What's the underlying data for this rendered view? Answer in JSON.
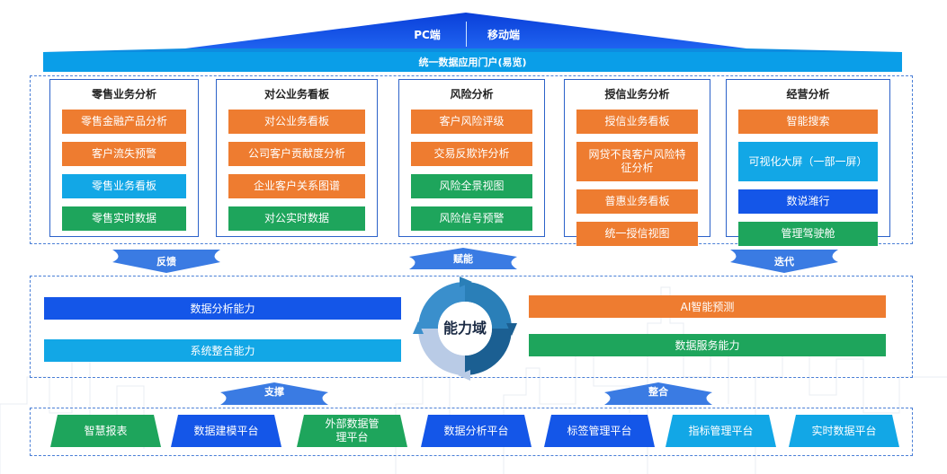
{
  "channels": {
    "pc": "PC端",
    "mobile": "移动端"
  },
  "portal": "统一数据应用门户(易览)",
  "app_cards": [
    {
      "title": "零售业务分析",
      "items": [
        {
          "label": "零售金融产品分析",
          "color": "#ee7c30"
        },
        {
          "label": "客户流失预警",
          "color": "#ee7c30"
        },
        {
          "label": "零售业务看板",
          "color": "#12a7e6"
        },
        {
          "label": "零售实时数据",
          "color": "#1ea55c"
        }
      ]
    },
    {
      "title": "对公业务看板",
      "items": [
        {
          "label": "对公业务看板",
          "color": "#ee7c30"
        },
        {
          "label": "公司客户贡献度分析",
          "color": "#ee7c30"
        },
        {
          "label": "企业客户关系图谱",
          "color": "#ee7c30"
        },
        {
          "label": "对公实时数据",
          "color": "#1ea55c"
        }
      ]
    },
    {
      "title": "风险分析",
      "items": [
        {
          "label": "客户风险评级",
          "color": "#ee7c30"
        },
        {
          "label": "交易反欺诈分析",
          "color": "#ee7c30"
        },
        {
          "label": "风险全景视图",
          "color": "#1ea55c"
        },
        {
          "label": "风险信号预警",
          "color": "#1ea55c"
        }
      ]
    },
    {
      "title": "授信业务分析",
      "items": [
        {
          "label": "授信业务看板",
          "color": "#ee7c30"
        },
        {
          "label": "网贷不良客户风险特征分析",
          "color": "#ee7c30"
        },
        {
          "label": "普惠业务看板",
          "color": "#ee7c30"
        },
        {
          "label": "统一授信视图",
          "color": "#ee7c30"
        }
      ]
    },
    {
      "title": "经营分析",
      "items": [
        {
          "label": "智能搜索",
          "color": "#ee7c30"
        },
        {
          "label": "可视化大屏（一部一屏）",
          "color": "#12a7e6"
        },
        {
          "label": "数说潍行",
          "color": "#1456e8"
        },
        {
          "label": "管理驾驶舱",
          "color": "#1ea55c"
        }
      ]
    }
  ],
  "flows_top": {
    "feedback": "反馈",
    "empower": "赋能",
    "iterate": "迭代"
  },
  "capability": {
    "center": "能力域",
    "left": [
      "数据分析能力",
      "系统整合能力"
    ],
    "right": [
      "AI智能预测",
      "数据服务能力"
    ]
  },
  "flows_bottom": {
    "support": "支撑",
    "integrate": "整合"
  },
  "platforms": [
    {
      "label": "智慧报表",
      "color": "#1ea55c"
    },
    {
      "label": "数据建模平台",
      "color": "#1456e8"
    },
    {
      "label": "外部数据管理平台",
      "color": "#1ea55c"
    },
    {
      "label": "数据分析平台",
      "color": "#1456e8"
    },
    {
      "label": "标签管理平台",
      "color": "#1456e8"
    },
    {
      "label": "指标管理平台",
      "color": "#12a7e6"
    },
    {
      "label": "实时数据平台",
      "color": "#12a7e6"
    }
  ]
}
